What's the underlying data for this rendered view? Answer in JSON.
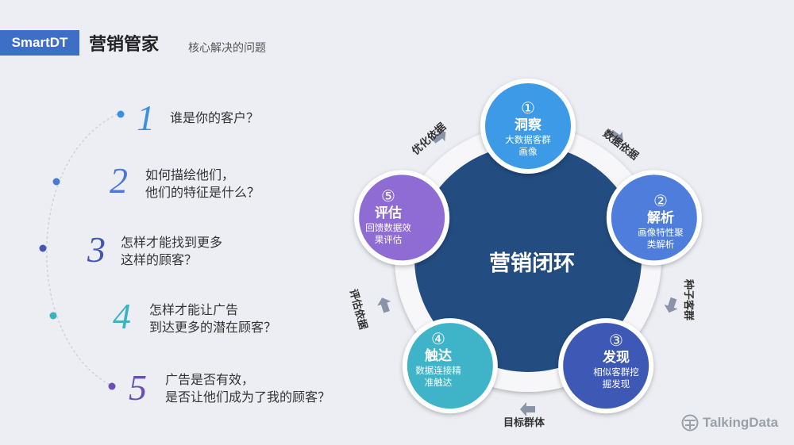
{
  "header": {
    "badge": "SmartDT",
    "title": "营销管家",
    "subtitle": "核心解决的问题"
  },
  "questions": [
    {
      "num": "1",
      "text": "谁是你的客户？",
      "color": "#3a8fe0"
    },
    {
      "num": "2",
      "text": "如何描绘他们，\n他们的特征是什么？",
      "color": "#4a78d8"
    },
    {
      "num": "3",
      "text": "怎样才能找到更多\n这样的顾客？",
      "color": "#4456b0"
    },
    {
      "num": "4",
      "text": "怎样才能让广告\n到达更多的潜在顾客？",
      "color": "#3ab3c0"
    },
    {
      "num": "5",
      "text": "广告是否有效，\n是否让他们成为了我的顾客？",
      "color": "#6a4fb8"
    }
  ],
  "cycle": {
    "center": "营销闭环",
    "nodes": [
      {
        "num": "①",
        "title": "洞察",
        "desc": "大数据客群\n画像",
        "color": "#3c9ae6"
      },
      {
        "num": "②",
        "title": "解析",
        "desc": "画像特性聚\n类解析",
        "color": "#4f7ddc"
      },
      {
        "num": "③",
        "title": "发现",
        "desc": "相似客群挖\n掘发现",
        "color": "#3d58b5"
      },
      {
        "num": "④",
        "title": "触达",
        "desc": "数据连接精\n准触达",
        "color": "#3fb4c8"
      },
      {
        "num": "⑤",
        "title": "评估",
        "desc": "回馈数据效\n果评估",
        "color": "#8f6bd4"
      }
    ],
    "edges": [
      "数据依据",
      "种子客群",
      "目标群体",
      "评估依据",
      "优化依据"
    ]
  },
  "logo": {
    "text": "TalkingData"
  },
  "colors": {
    "center": "#234c80",
    "ring": "#f7f7f9",
    "arrow": "#8a93a8",
    "badge": "#3e6fc7"
  }
}
